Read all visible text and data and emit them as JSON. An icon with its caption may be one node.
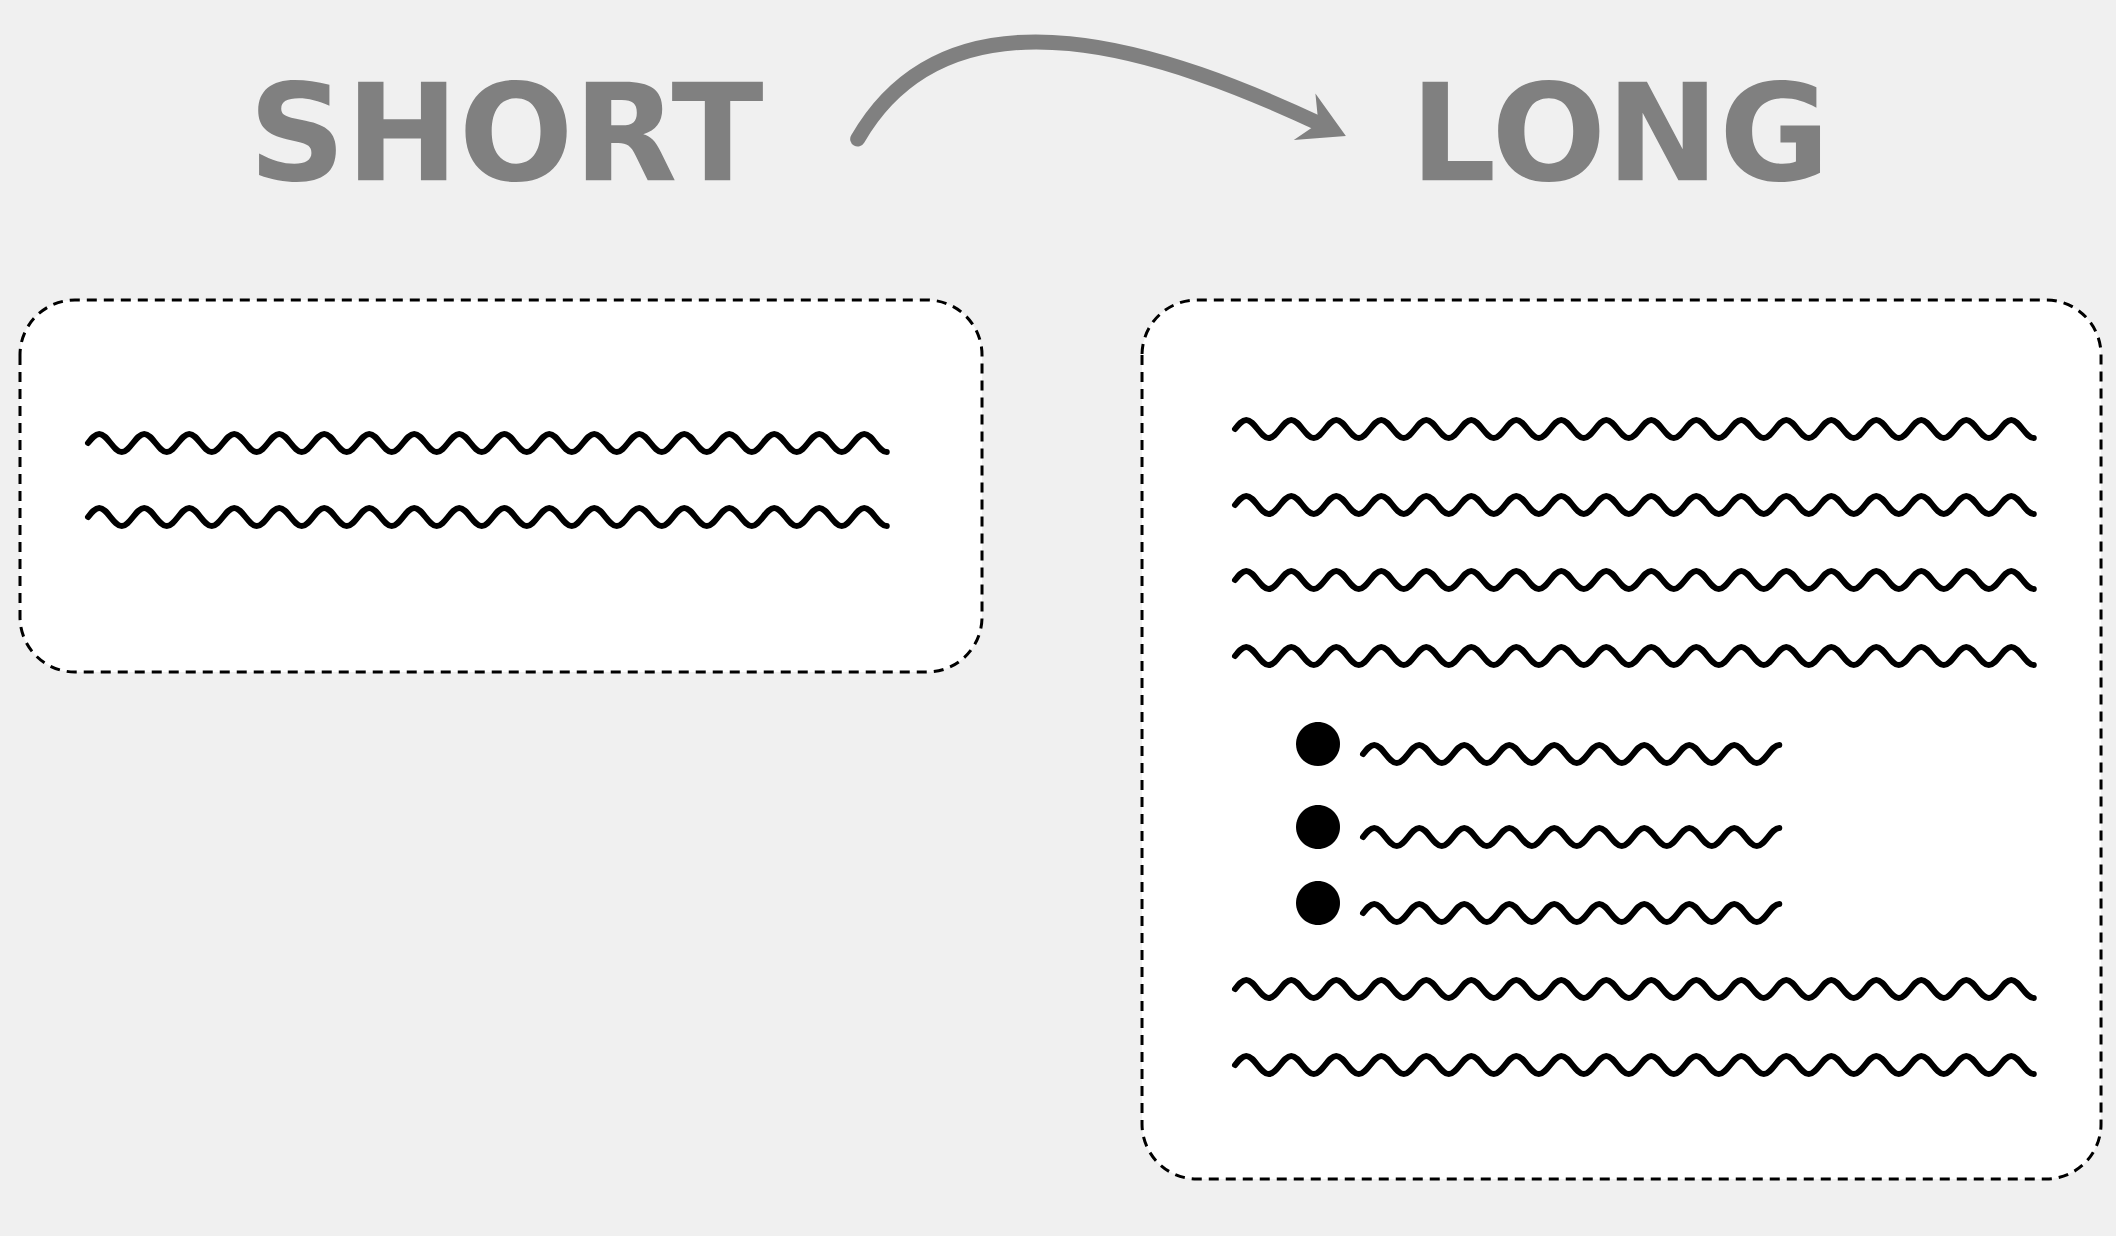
{
  "diagram": {
    "nodes": [
      {
        "text": [
          "SHORT"
        ]
      },
      {
        "text": [
          "LONG"
        ]
      }
    ],
    "edges": [
      {
        "from": 0,
        "to": 1,
        "arrow": "to"
      }
    ]
  }
}
